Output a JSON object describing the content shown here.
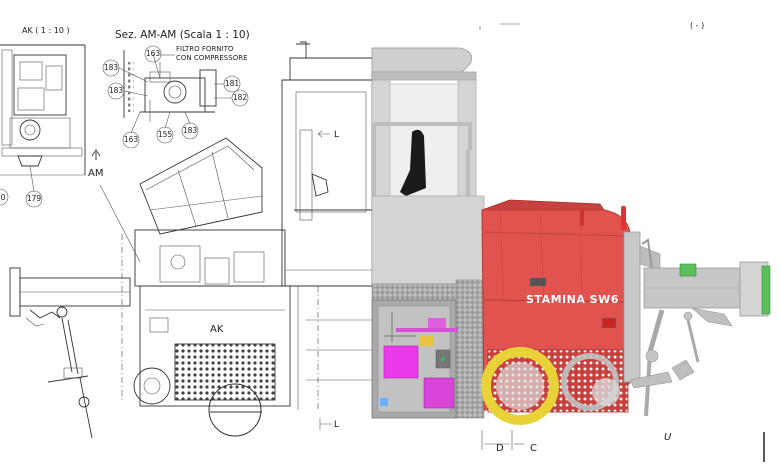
{
  "drawing": {
    "detail_label": "AK ( 1 : 10 )",
    "section_title": "Sez. AM-AM (Scala 1 : 10)",
    "note_lines": [
      "FILTRO FORNITO",
      "CON COMPRESSORE"
    ],
    "callouts": [
      "163",
      "183",
      "183",
      "181",
      "182",
      "155",
      "183",
      "163",
      "179",
      "0"
    ],
    "section_marker": "AM",
    "view_marker": "AK",
    "dim_left": "L",
    "dim_top": "L"
  },
  "render": {
    "brand_label": "STAMINA SW6",
    "dim_d": "D",
    "dim_c": "C",
    "dim_u": "U",
    "top_note": "( - )",
    "body_color": "#e0534f",
    "cab_color": "#d4d4d4"
  }
}
